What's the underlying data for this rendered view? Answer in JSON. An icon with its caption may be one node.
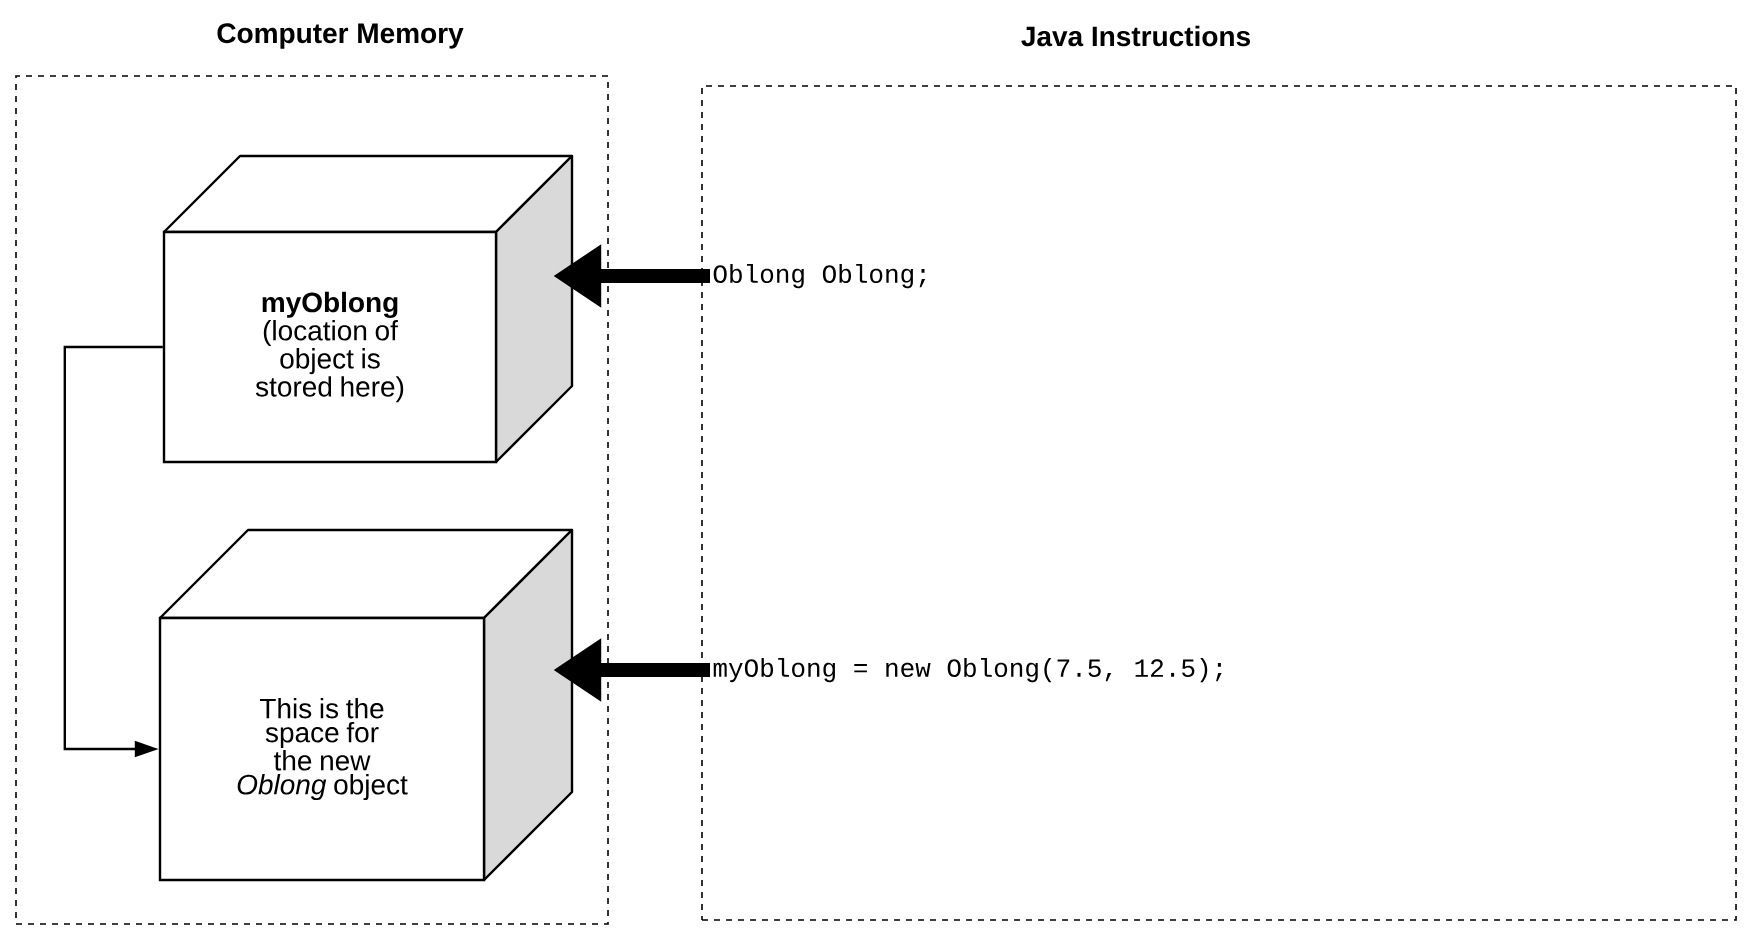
{
  "diagram": {
    "nodes": [
      {
        "text": [
          "Computer Memory"
        ]
      },
      {
        "text": [
          "myOblong",
          "(location of object is stored here)"
        ],
        "in": 0
      },
      {
        "text": [
          "This is the space for the new *Oblong* object"
        ],
        "in": 0
      },
      {
        "text": [
          "Java Instructions"
        ]
      },
      {
        "text": [
          "Oblong Oblong;"
        ],
        "in": 3
      },
      {
        "text": [
          "myOblong = new Oblong(7.5, 12.5);"
        ],
        "in": 3
      }
    ],
    "edges": [
      {
        "from": 4,
        "to": 1,
        "arrow": "to"
      },
      {
        "from": 5,
        "to": 2,
        "arrow": "to"
      },
      {
        "from": 1,
        "to": 2,
        "arrow": "to"
      }
    ]
  }
}
